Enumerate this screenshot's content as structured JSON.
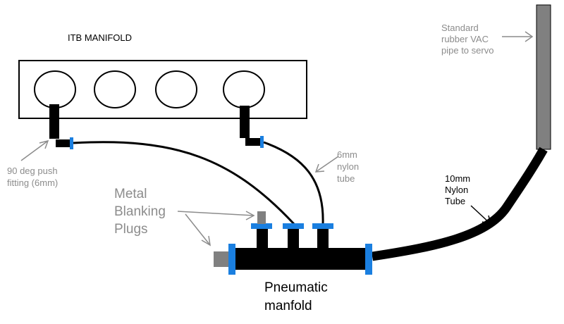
{
  "labels": {
    "itb_manifold": "ITB MANIFOLD",
    "rubber_vac_1": "Standard",
    "rubber_vac_2": "rubber VAC",
    "rubber_vac_3": "pipe to servo",
    "push_fitting_1": "90 deg push",
    "push_fitting_2": "fitting (6mm)",
    "nylon6_1": "6mm",
    "nylon6_2": "nylon",
    "nylon6_3": "tube",
    "nylon10_1": "10mm",
    "nylon10_2": "Nylon",
    "nylon10_3": "Tube",
    "plugs_1": "Metal",
    "plugs_2": "Blanking",
    "plugs_3": "Plugs",
    "pneumatic_1": "Pneumatic",
    "pneumatic_2": "manfold"
  },
  "colors": {
    "line": "#000000",
    "connector": "#1a7fe0",
    "metal": "#808080",
    "annotation": "#8c8c8c"
  }
}
